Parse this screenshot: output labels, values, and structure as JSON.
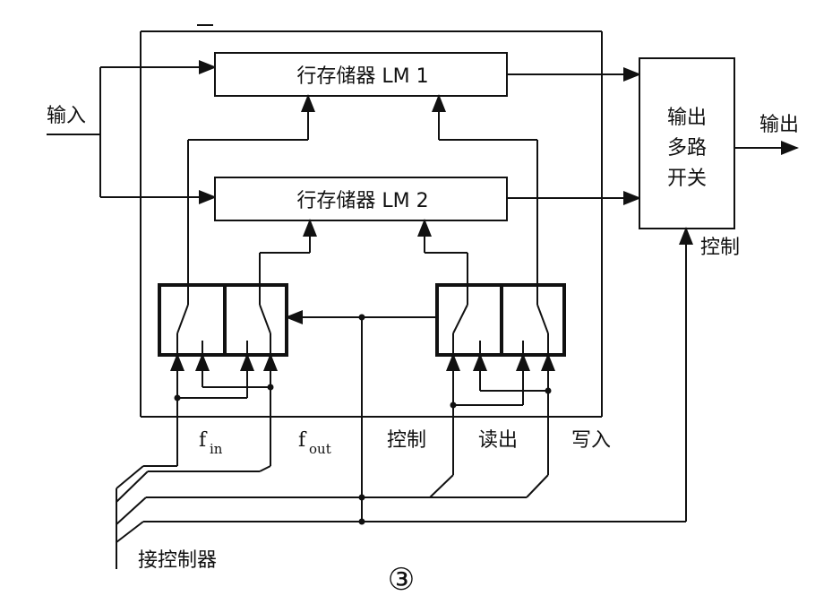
{
  "labels": {
    "input": "输入",
    "output": "输出",
    "lm1": "行存储器   LM 1",
    "lm2": "行存储器   LM 2",
    "mux_line1": "输出",
    "mux_line2": "多路",
    "mux_line3": "开关",
    "mux_control": "控制",
    "fin_main": "f",
    "fin_sub": "in",
    "fout_main": "f",
    "fout_sub": "out",
    "control": "控制",
    "read": "读出",
    "write": "写入",
    "controller": "接控制器",
    "figure_number": "③"
  }
}
